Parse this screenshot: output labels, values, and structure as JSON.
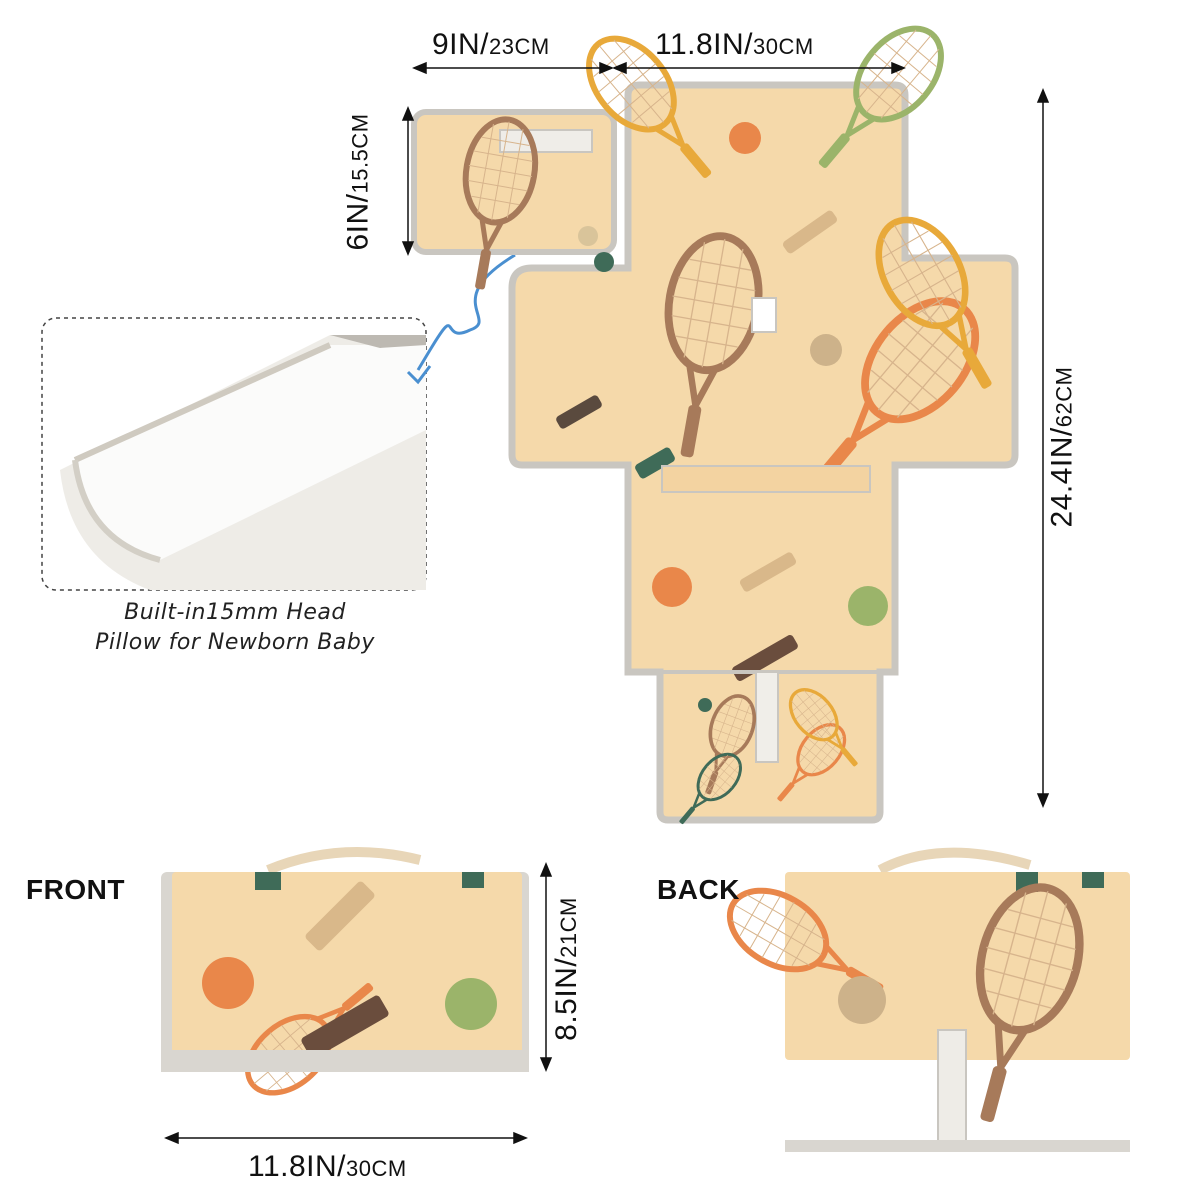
{
  "dimensions": {
    "pillow_width": {
      "main": "9IN/",
      "small": "23CM"
    },
    "mat_width": {
      "main": "11.8IN/",
      "small": "30CM"
    },
    "pillow_height": {
      "main": "6IN/",
      "small": "15.5CM"
    },
    "mat_length": {
      "main": "24.4IN/",
      "small": "62CM"
    },
    "folded_height": {
      "main": "8.5IN/",
      "small": "21CM"
    },
    "folded_width": {
      "main": "11.8IN/",
      "small": "30CM"
    }
  },
  "caption": {
    "line1": "Built-in15mm Head",
    "line2": "Pillow for Newborn Baby"
  },
  "views": {
    "front": "FRONT",
    "back": "BACK"
  },
  "colors": {
    "mat": "#f5d9aa",
    "trim": "#c9c6c0",
    "orange": "#e9874a",
    "green": "#9bb46a",
    "brown": "#a77a5a",
    "dark_green": "#3f6b58",
    "yellow": "#e8a93a",
    "arrow": "#4a8fd0"
  }
}
